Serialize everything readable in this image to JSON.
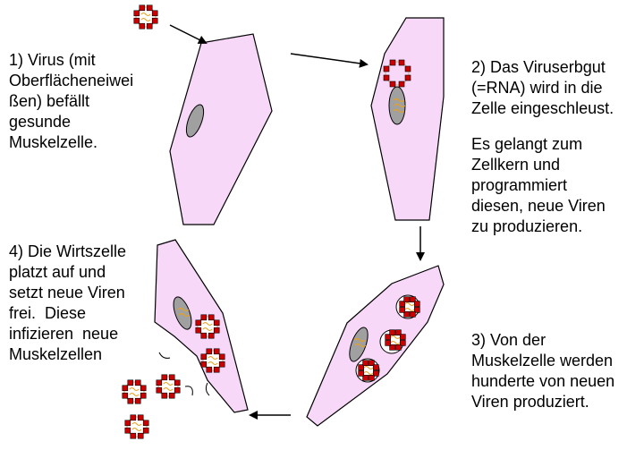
{
  "steps": [
    {
      "number": 1,
      "text": "1) Virus (mit\nOberflächeneiwei\nßen) befällt\ngesunde\nMuskelzelle."
    },
    {
      "number": 2,
      "text": "2) Das Viruserbgut\n(=RNA) wird in die\nZelle eingeschleust.",
      "extra": "Es gelangt zum\nZellkern und\nprogrammiert\ndiesen, neue Viren\nzu produzieren."
    },
    {
      "number": 3,
      "text": "3) Von der\nMuskelzelle werden\nhunderte von neuen\nViren produziert."
    },
    {
      "number": 4,
      "text": "4) Die Wirtszelle\nplatzt auf und\nsetzt neue Viren\nfrei.  Diese\ninfizieren  neue\nMuskelzellen"
    }
  ],
  "colors": {
    "cell_fill": "#f8d8f8",
    "cell_stroke": "#000000",
    "nucleus_fill": "#a0a0a0",
    "virus_ring": "#d4b080",
    "virus_knob": "#cc0000",
    "rna": "#e8a020",
    "arrow": "#000000"
  }
}
